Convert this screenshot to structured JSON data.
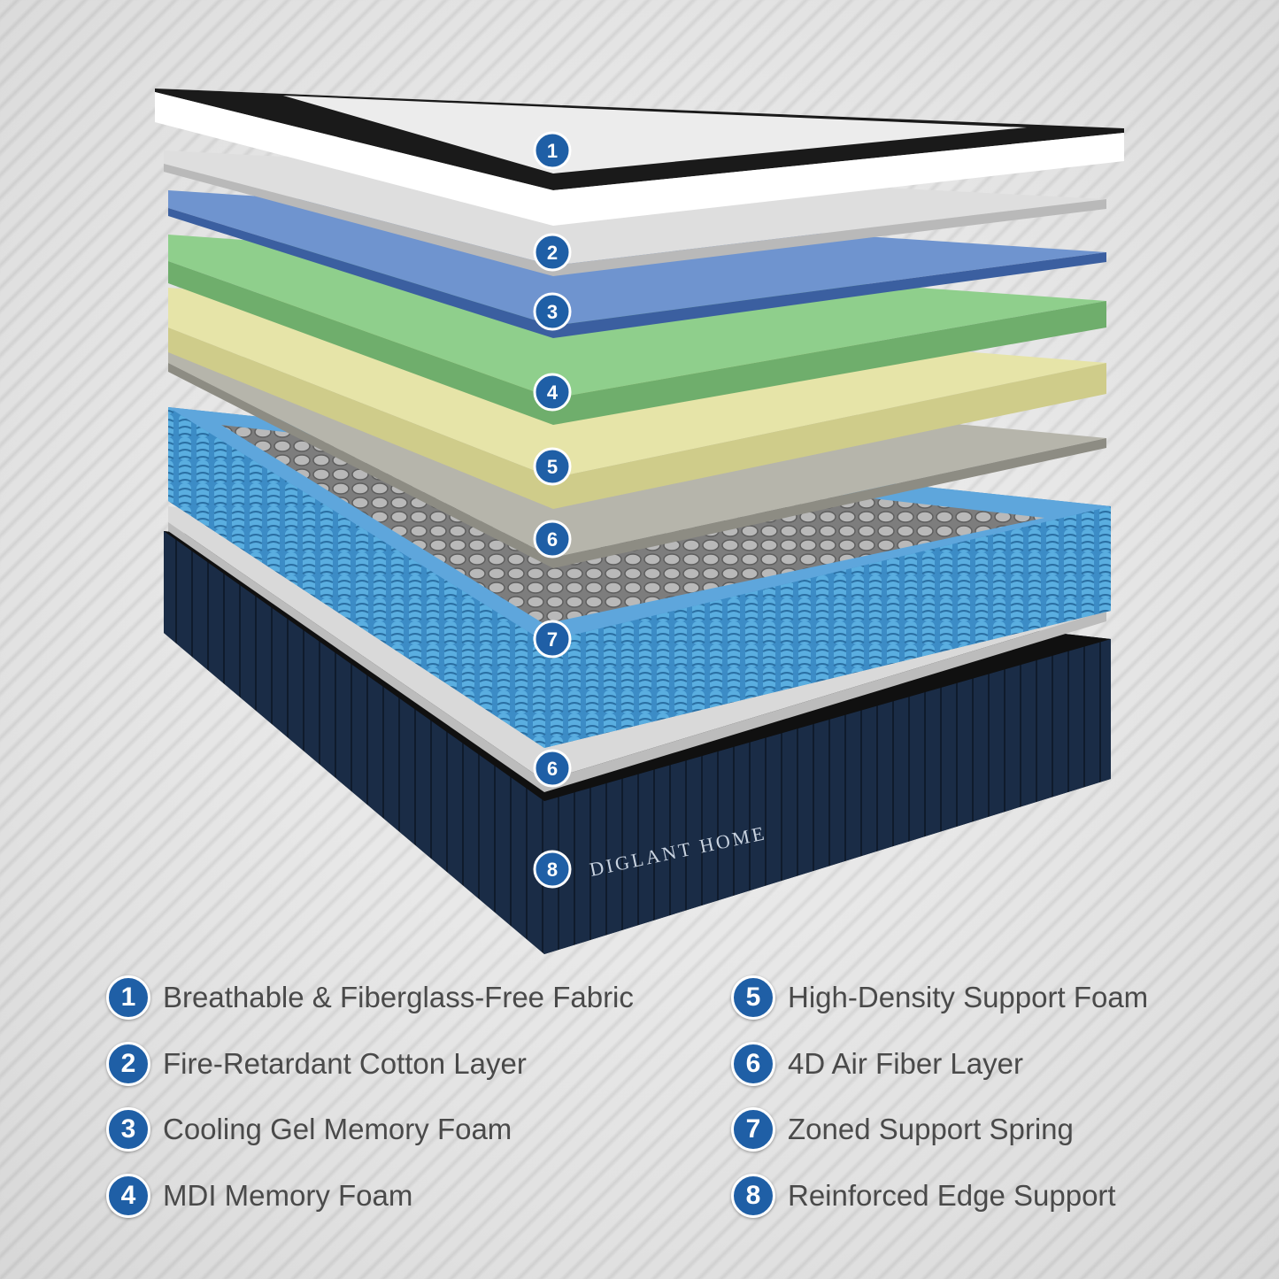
{
  "brand": "DIGLANT HOME",
  "colors": {
    "badge": "#1f5fa6",
    "cover": "#f4f4f4",
    "cotton": "#dcdcdc",
    "gel_foam": "#6f94cf",
    "mdi_foam": "#8fcf8c",
    "support_foam": "#e6e4a8",
    "air_fiber": "#bdbdb5",
    "spring": "#3f8fc8",
    "edge_case": "#16263d"
  },
  "diagram_badges": [
    {
      "num": "1",
      "ref": "Breathable & Fiberglass-Free Fabric"
    },
    {
      "num": "2",
      "ref": "Fire-Retardant Cotton Layer"
    },
    {
      "num": "3",
      "ref": "Cooling Gel Memory Foam"
    },
    {
      "num": "4",
      "ref": "MDI Memory Foam"
    },
    {
      "num": "5",
      "ref": "High-Density Support Foam"
    },
    {
      "num": "6",
      "ref": "4D Air Fiber Layer"
    },
    {
      "num": "7",
      "ref": "Zoned Support Spring"
    },
    {
      "num": "6",
      "ref": "4D Air Fiber Layer"
    },
    {
      "num": "8",
      "ref": "Reinforced Edge Support"
    }
  ],
  "legend": {
    "left": [
      {
        "num": "1",
        "label": "Breathable & Fiberglass-Free Fabric"
      },
      {
        "num": "2",
        "label": "Fire-Retardant Cotton Layer"
      },
      {
        "num": "3",
        "label": "Cooling Gel Memory Foam"
      },
      {
        "num": "4",
        "label": "MDI Memory Foam"
      }
    ],
    "right": [
      {
        "num": "5",
        "label": "High-Density Support Foam"
      },
      {
        "num": "6",
        "label": "4D Air Fiber Layer"
      },
      {
        "num": "7",
        "label": "Zoned Support Spring"
      },
      {
        "num": "8",
        "label": "Reinforced Edge Support"
      }
    ]
  }
}
